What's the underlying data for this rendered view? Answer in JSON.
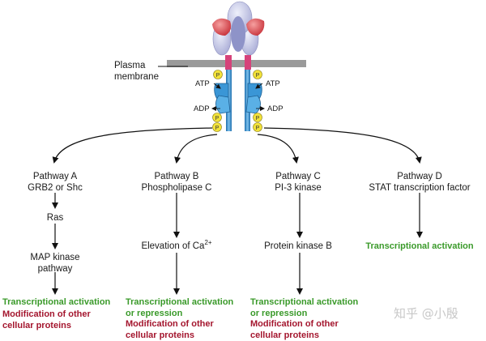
{
  "membrane": {
    "label_line1": "Plasma",
    "label_line2": "membrane"
  },
  "receptor": {
    "atp_left": "ATP",
    "atp_right": "ATP",
    "adp_left": "ADP",
    "adp_right": "ADP",
    "phospho_label": "P"
  },
  "pathways": [
    {
      "title": "Pathway A",
      "subtitle": "GRB2 or Shc",
      "steps": [
        "Ras",
        "MAP kinase",
        "pathway"
      ],
      "outcome_green": [
        "Transcriptional activation"
      ],
      "outcome_red": [
        "Modification of other",
        "cellular proteins"
      ]
    },
    {
      "title": "Pathway B",
      "subtitle": "Phospholipase C",
      "step": "Elevation of Ca",
      "step_sup": "2+",
      "outcome_green": [
        "Transcriptional activation",
        "or repression"
      ],
      "outcome_red": [
        "Modification of other",
        "cellular proteins"
      ]
    },
    {
      "title": "Pathway C",
      "subtitle": "PI-3 kinase",
      "step": "Protein kinase B",
      "outcome_green": [
        "Transcriptional activation",
        "or repression"
      ],
      "outcome_red": [
        "Modification of other",
        "cellular proteins"
      ]
    },
    {
      "title": "Pathway D",
      "subtitle": "STAT transcription factor",
      "outcome_green": [
        "Transcriptional activation"
      ]
    }
  ],
  "watermark": "知乎 @小殷",
  "colors": {
    "receptor_blue": "#2f8fd0",
    "receptor_light": "#8fc8ee",
    "ligand_lavender": "#c9cbe8",
    "ligand_red": "#d9454b",
    "membrane_gray": "#9a9a9a",
    "phospho_yellow": "#f2e23a",
    "green_text": "#3a9a2a",
    "red_text": "#a4162e"
  }
}
